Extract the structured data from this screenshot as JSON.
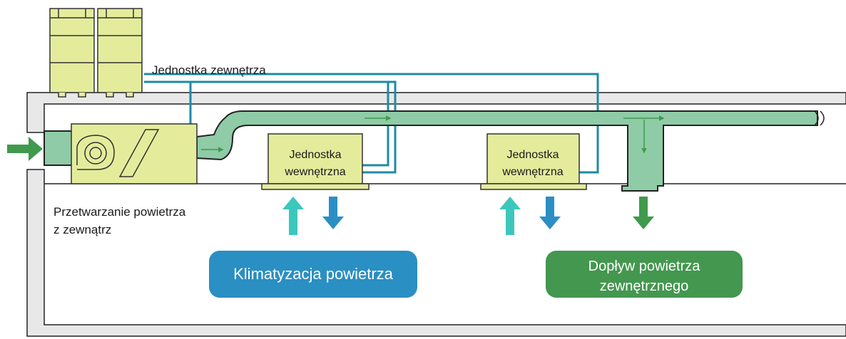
{
  "labels": {
    "outdoor_unit": "Jednostka zewnętrza",
    "indoor_unit_line1": "Jednostka",
    "indoor_unit_line2": "wewnętrzna",
    "outdoor_air_processing_line1": "Przetwarzanie powietrza",
    "outdoor_air_processing_line2": "z zewnątrz"
  },
  "badges": {
    "air_conditioning": "Klimatyzacja powietrza",
    "fresh_air_supply_line1": "Dopływ powietrza",
    "fresh_air_supply_line2": "zewnętrznego"
  },
  "colors": {
    "unit_fill": "#e4ec9c",
    "duct_fill": "#8ecba6",
    "refrigerant_pipe": "#1f8aa6",
    "building_wall": "#e8e8e8",
    "arrow_green": "#3f9a4d",
    "arrow_cyan": "#3cc7bd",
    "arrow_blue": "#2b8fc4",
    "badge_blue": "#2a8fc2",
    "badge_green": "#44974f"
  },
  "icons": [
    "fan-icon",
    "filter-icon",
    "break-mark-icon"
  ]
}
